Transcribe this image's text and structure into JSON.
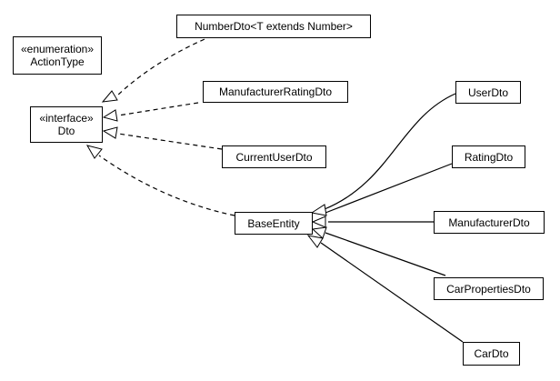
{
  "classes": {
    "action_type": {
      "stereotype": "«enumeration»",
      "name": "ActionType"
    },
    "dto": {
      "stereotype": "«interface»",
      "name": "Dto"
    },
    "number_dto": {
      "name": "NumberDto<T extends Number>"
    },
    "manufacturer_rating_dto": {
      "name": "ManufacturerRatingDto"
    },
    "current_user_dto": {
      "name": "CurrentUserDto"
    },
    "base_entity": {
      "name": "BaseEntity"
    },
    "user_dto": {
      "name": "UserDto"
    },
    "rating_dto": {
      "name": "RatingDto"
    },
    "manufacturer_dto": {
      "name": "ManufacturerDto"
    },
    "car_properties_dto": {
      "name": "CarPropertiesDto"
    },
    "car_dto": {
      "name": "CarDto"
    }
  },
  "relations": [
    {
      "from": "NumberDto<T extends Number>",
      "to": "Dto",
      "kind": "realization"
    },
    {
      "from": "ManufacturerRatingDto",
      "to": "Dto",
      "kind": "realization"
    },
    {
      "from": "CurrentUserDto",
      "to": "Dto",
      "kind": "realization"
    },
    {
      "from": "BaseEntity",
      "to": "Dto",
      "kind": "realization"
    },
    {
      "from": "UserDto",
      "to": "BaseEntity",
      "kind": "generalization"
    },
    {
      "from": "RatingDto",
      "to": "BaseEntity",
      "kind": "generalization"
    },
    {
      "from": "ManufacturerDto",
      "to": "BaseEntity",
      "kind": "generalization"
    },
    {
      "from": "CarPropertiesDto",
      "to": "BaseEntity",
      "kind": "generalization"
    },
    {
      "from": "CarDto",
      "to": "BaseEntity",
      "kind": "generalization"
    }
  ],
  "colors": {
    "line": "#000000",
    "box_border": "#000000",
    "background": "#ffffff"
  }
}
